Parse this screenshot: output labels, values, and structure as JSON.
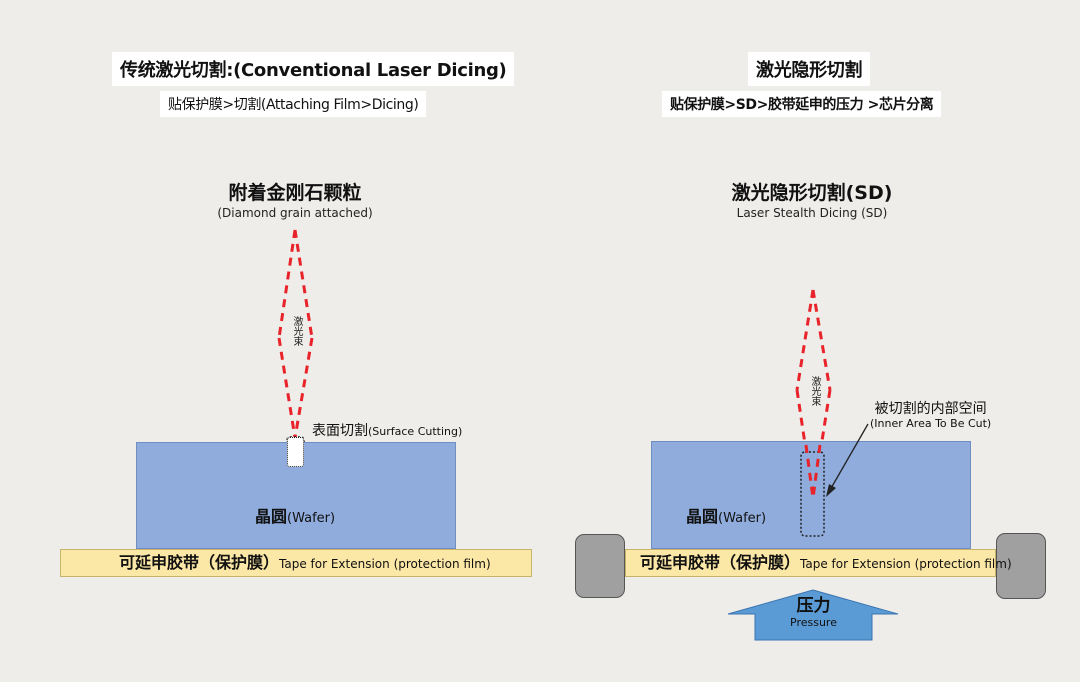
{
  "left": {
    "title": "传统激光切割:(Conventional Laser Dicing)",
    "subtitle": "贴保护膜>切割(Attaching Film>Dicing)",
    "heading": "附着金刚石颗粒",
    "heading_sub": "(Diamond grain attached)",
    "beam_label": "激光束",
    "cut_label_cn": "表面切割",
    "cut_label_en": "(Surface Cutting)",
    "wafer_cn": "晶圆",
    "wafer_en": "(Wafer)",
    "tape_cn": "可延申胶带（保护膜）",
    "tape_en": "Tape for Extension (protection film)"
  },
  "right": {
    "title": "激光隐形切割",
    "subtitle": "贴保护膜>SD>胶带延申的压力 >芯片分离",
    "heading": "激光隐形切割(SD)",
    "heading_sub": "Laser Stealth Dicing (SD)",
    "beam_label": "激光束",
    "inner_label_cn": "被切割的内部空间",
    "inner_label_en": "(Inner Area To Be Cut)",
    "wafer_cn": "晶圆",
    "wafer_en": "(Wafer)",
    "tape_cn": "可延申胶带（保护膜）",
    "tape_en": "Tape for Extension (protection film)",
    "pressure_cn": "压力",
    "pressure_en": "Pressure"
  },
  "colors": {
    "background": "#efedea",
    "wafer": "#8facdc",
    "tape": "#fbe7a6",
    "beam": "#e8232a",
    "roller": "#a0a0a0",
    "arrow": "#5b9bd5"
  }
}
